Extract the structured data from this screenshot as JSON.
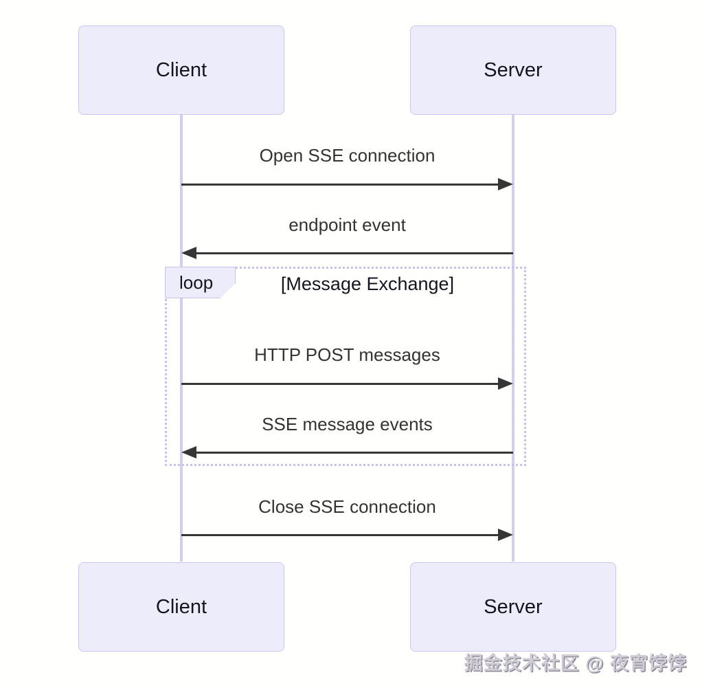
{
  "diagram": {
    "type": "sequence",
    "actors": [
      {
        "id": "client",
        "label": "Client"
      },
      {
        "id": "server",
        "label": "Server"
      }
    ],
    "messages": [
      {
        "label": "Open SSE connection",
        "from": "client",
        "to": "server",
        "direction": "right",
        "in_loop": false
      },
      {
        "label": "endpoint event",
        "from": "server",
        "to": "client",
        "direction": "left",
        "in_loop": false
      },
      {
        "label": "HTTP POST messages",
        "from": "client",
        "to": "server",
        "direction": "right",
        "in_loop": true
      },
      {
        "label": "SSE message events",
        "from": "server",
        "to": "client",
        "direction": "left",
        "in_loop": true
      },
      {
        "label": "Close SSE connection",
        "from": "client",
        "to": "server",
        "direction": "right",
        "in_loop": false
      }
    ],
    "loop": {
      "keyword": "loop",
      "title": "[Message Exchange]"
    },
    "colors": {
      "actor_fill": "#ececfb",
      "actor_border": "#c9c6ef",
      "lifeline": "#d3cdf0",
      "arrow": "#363636",
      "loop_border": "#c7c2ea",
      "message_text": "#333333",
      "actor_text": "#15151e"
    }
  },
  "watermark": {
    "text": "掘金技术社区 @ 夜宵饽饽"
  }
}
